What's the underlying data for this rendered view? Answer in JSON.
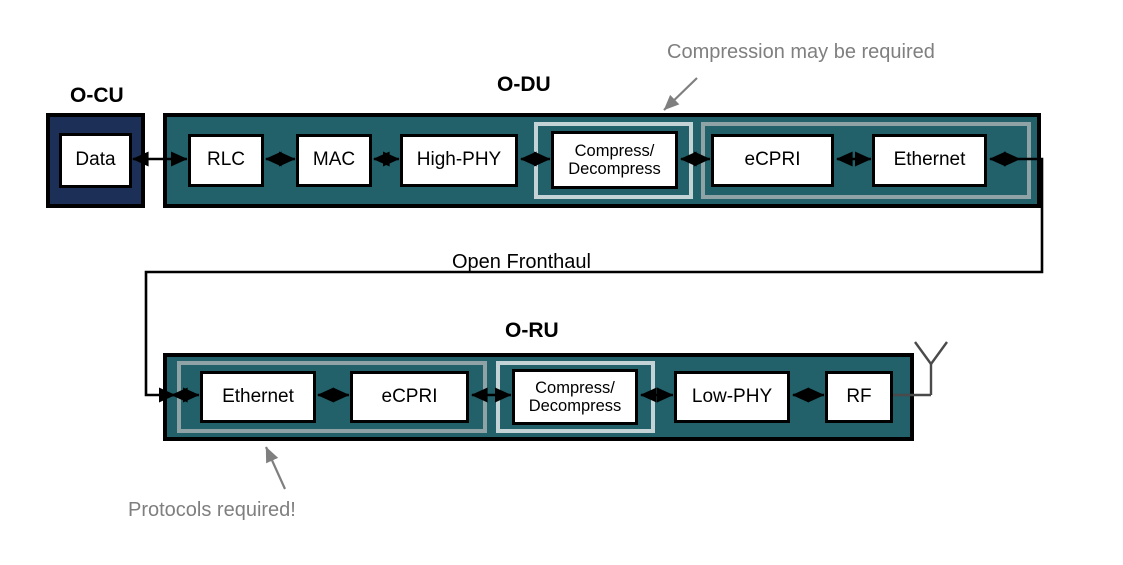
{
  "diagram": {
    "title_ocu": "O-CU",
    "title_odu": "O-DU",
    "title_oru": "O-RU",
    "fronthaul_label": "Open Fronthaul",
    "annotation_top": "Compression may be required",
    "annotation_bottom": "Protocols required!",
    "colors": {
      "teal": "#22606A",
      "navy": "#1C3057",
      "frame_light": "#C3D3D6",
      "frame_dark": "#8FA2A5",
      "annotation_gray": "#7F7F7F",
      "box_fill": "#FFFFFF",
      "stroke": "#000000"
    }
  },
  "ocu": {
    "blocks": [
      {
        "label": "Data"
      }
    ]
  },
  "odu": {
    "blocks": [
      {
        "label": "RLC"
      },
      {
        "label": "MAC"
      },
      {
        "label": "High-PHY"
      },
      {
        "label": "Compress/\nDecompress"
      },
      {
        "label": "eCPRI"
      },
      {
        "label": "Ethernet"
      }
    ],
    "groups": [
      {
        "name": "compression-group",
        "members": [
          "Compress/\nDecompress"
        ]
      },
      {
        "name": "protocol-group",
        "members": [
          "eCPRI",
          "Ethernet"
        ]
      }
    ]
  },
  "oru": {
    "blocks": [
      {
        "label": "Ethernet"
      },
      {
        "label": "eCPRI"
      },
      {
        "label": "Compress/\nDecompress"
      },
      {
        "label": "Low-PHY"
      },
      {
        "label": "RF"
      }
    ],
    "groups": [
      {
        "name": "protocol-group",
        "members": [
          "Ethernet",
          "eCPRI"
        ]
      },
      {
        "name": "compression-group",
        "members": [
          "Compress/\nDecompress"
        ]
      }
    ],
    "antenna": "antenna-icon"
  }
}
